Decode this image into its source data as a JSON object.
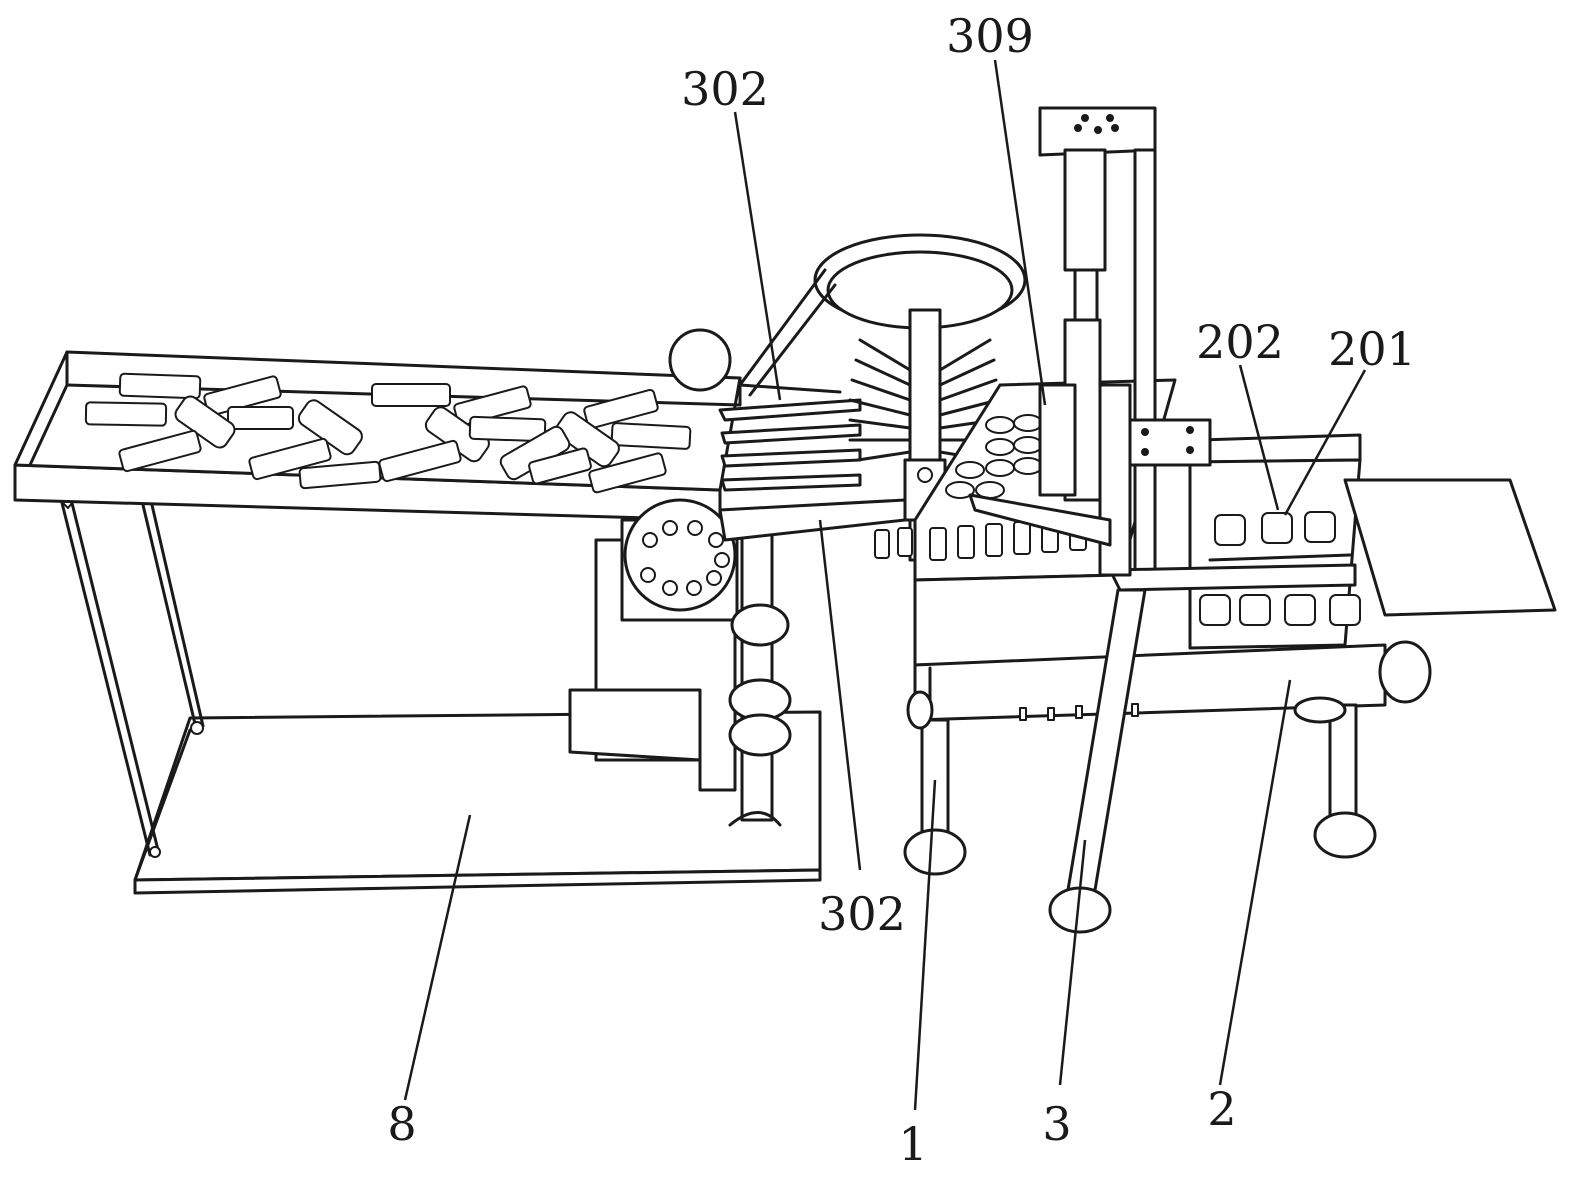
{
  "labels": {
    "label_302_top": "302",
    "label_309": "309",
    "label_202": "202",
    "label_201": "201",
    "label_302_bottom": "302",
    "label_8": "8",
    "label_1": "1",
    "label_3": "3",
    "label_2": "2"
  },
  "colors": {
    "line": "#1a1a1a",
    "background": "#ffffff"
  }
}
